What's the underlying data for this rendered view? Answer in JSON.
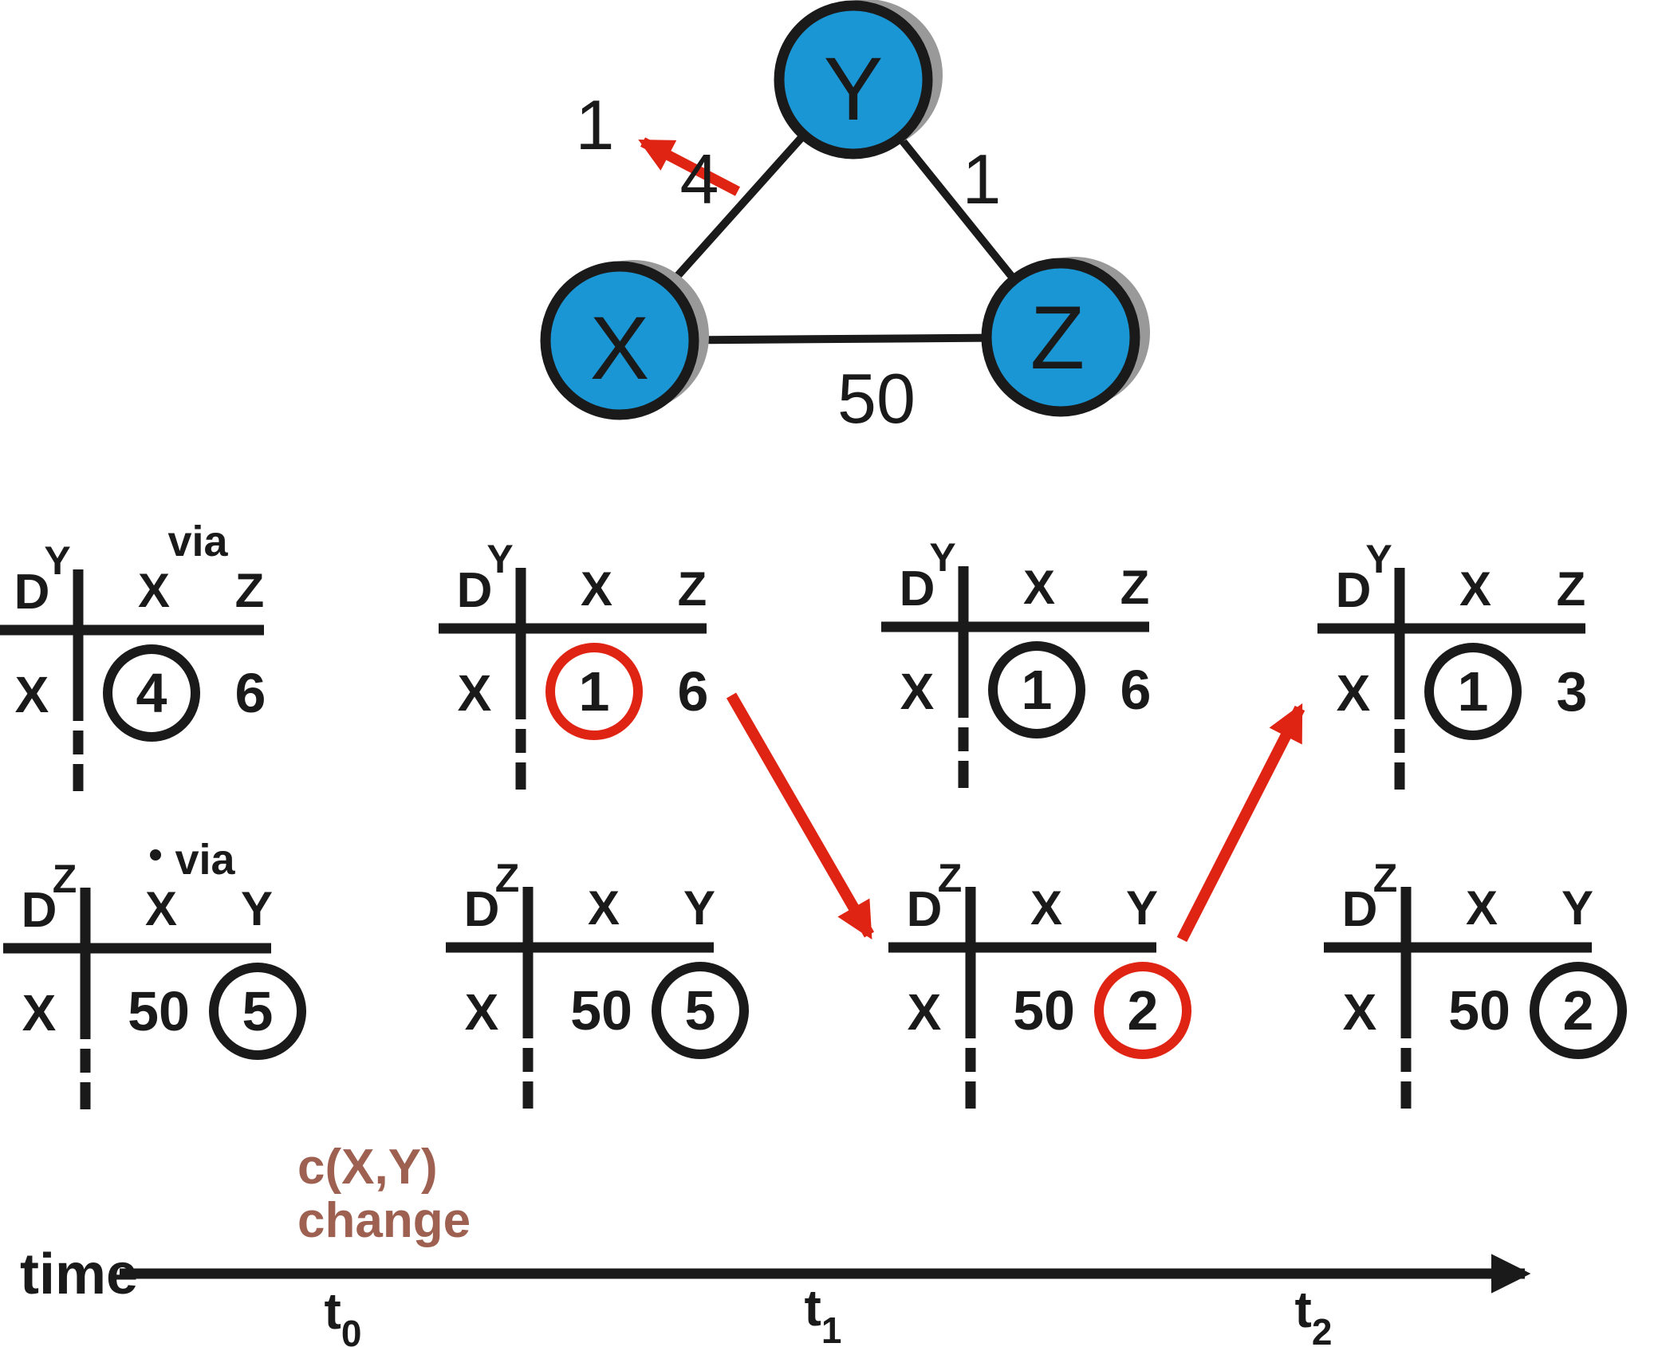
{
  "colors": {
    "node_fill": "#1a96d4",
    "node_shadow": "#999999",
    "outline": "#1a1a1a",
    "red": "#e02414",
    "brown": "#9e6151"
  },
  "network": {
    "nodes": {
      "x": "X",
      "y": "Y",
      "z": "Z"
    },
    "edge_labels": {
      "xy_new": "1",
      "xy_old": "4",
      "yz": "1",
      "xz": "50"
    }
  },
  "tables": [
    {
      "d": "D",
      "sup": "Y",
      "via": "via",
      "col1": "X",
      "col2": "Z",
      "row": "X",
      "cell1": "4",
      "cell2": "6",
      "cell1_circle": "#1a1a1a"
    },
    {
      "d": "D",
      "sup": "Z",
      "via": "via",
      "col1": "X",
      "col2": "Y",
      "row": "X",
      "cell1": "50",
      "cell2": "5",
      "cell2_circle": "#1a1a1a"
    },
    {
      "d": "D",
      "sup": "Y",
      "col1": "X",
      "col2": "Z",
      "row": "X",
      "cell1": "1",
      "cell2": "6",
      "cell1_circle": "#e02414"
    },
    {
      "d": "D",
      "sup": "Z",
      "col1": "X",
      "col2": "Y",
      "row": "X",
      "cell1": "50",
      "cell2": "5",
      "cell2_circle": "#1a1a1a"
    },
    {
      "d": "D",
      "sup": "Y",
      "col1": "X",
      "col2": "Z",
      "row": "X",
      "cell1": "1",
      "cell2": "6",
      "cell1_circle": "#1a1a1a"
    },
    {
      "d": "D",
      "sup": "Z",
      "col1": "X",
      "col2": "Y",
      "row": "X",
      "cell1": "50",
      "cell2": "2",
      "cell2_circle": "#e02414"
    },
    {
      "d": "D",
      "sup": "Y",
      "col1": "X",
      "col2": "Z",
      "row": "X",
      "cell1": "1",
      "cell2": "3",
      "cell1_circle": "#1a1a1a"
    },
    {
      "d": "D",
      "sup": "Z",
      "col1": "X",
      "col2": "Y",
      "row": "X",
      "cell1": "50",
      "cell2": "2",
      "cell2_circle": "#1a1a1a"
    }
  ],
  "timeline": {
    "label": "time",
    "ticks": [
      {
        "base": "t",
        "sub": "0"
      },
      {
        "base": "t",
        "sub": "1"
      },
      {
        "base": "t",
        "sub": "2"
      }
    ],
    "annotation_line1": "c(X,Y)",
    "annotation_line2": "change"
  }
}
